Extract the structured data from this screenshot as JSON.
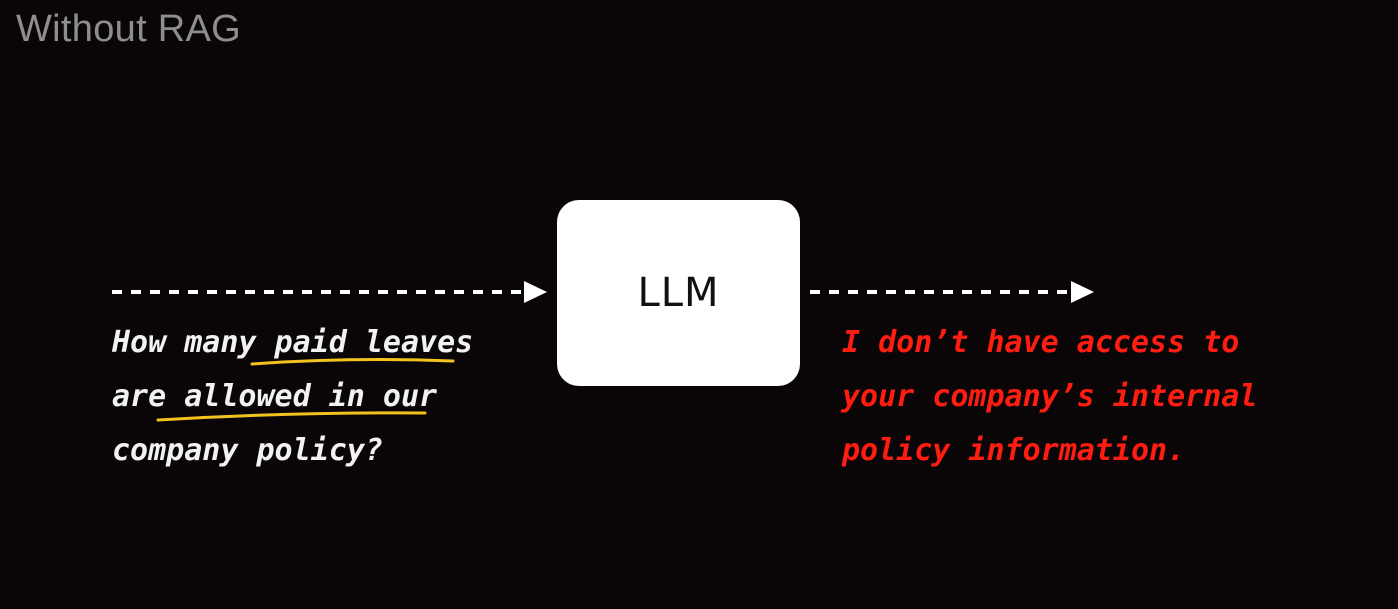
{
  "title": "Without RAG",
  "llm": {
    "label": "LLM"
  },
  "question": {
    "lines": [
      "How many paid leaves",
      "are allowed in our",
      "company policy?"
    ]
  },
  "answer": {
    "lines": [
      "I don’t have access to",
      "your company’s internal",
      "policy information."
    ]
  },
  "colors": {
    "background": "#0a0608",
    "title": "#8e8e8e",
    "box": "#ffffff",
    "question_text": "#f2f2f2",
    "answer_text": "#ff1c10",
    "underline": "#f2c21e",
    "arrow": "#ffffff"
  }
}
